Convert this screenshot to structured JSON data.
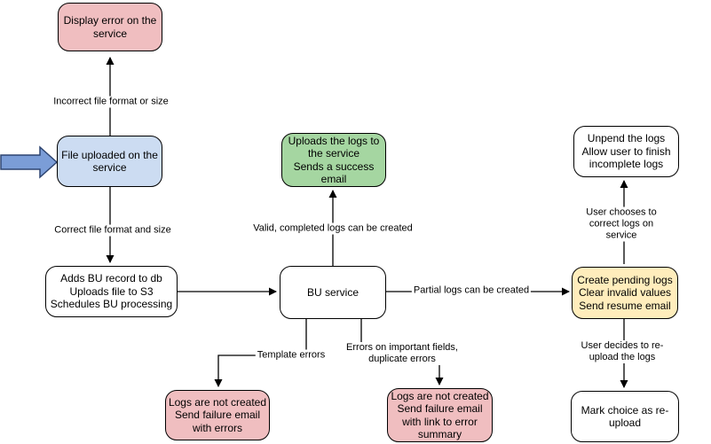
{
  "diagram": {
    "nodes": {
      "display_error": {
        "text": "Display error on the\nservice",
        "fill": "#f0bec0"
      },
      "file_uploaded": {
        "text": "File uploaded on the\nservice",
        "fill": "#ccdcf2"
      },
      "adds_bu_record": {
        "text": "Adds BU record to db\nUploads file to S3\nSchedules BU processing",
        "fill": "#ffffff"
      },
      "bu_service": {
        "text": "BU service",
        "fill": "#ffffff"
      },
      "uploads_logs_success": {
        "text": "Uploads the logs to\nthe service\nSends a success\nemail",
        "fill": "#a5d6a1"
      },
      "create_pending_logs": {
        "text": "Create pending logs\nClear invalid values\nSend resume email",
        "fill": "#ffedbc"
      },
      "unpend_logs": {
        "text": "Unpend the logs\nAllow user to finish\nincomplete logs",
        "fill": "#ffffff"
      },
      "mark_reupload": {
        "text": "Mark choice as re-\nupload",
        "fill": "#ffffff"
      },
      "logs_not_created_template": {
        "text": "Logs are not created\nSend failure email\nwith errors",
        "fill": "#f0bec0"
      },
      "logs_not_created_important": {
        "text": "Logs are not created\nSend failure email\nwith link to error\nsummary",
        "fill": "#f0bec0"
      }
    },
    "edge_labels": {
      "incorrect_format": "Incorrect file format or size",
      "correct_format": "Correct file format and size",
      "valid_logs": "Valid, completed logs can be created",
      "partial_logs": "Partial logs can be created",
      "user_chooses": "User chooses to correct logs on service",
      "user_decides": "User decides to re-upload the logs",
      "template_errors": "Template errors",
      "errors_important_fields": "Errors on important fields,\nduplicate errors"
    },
    "colors": {
      "pink_fill": "#f0bec0",
      "blue_fill": "#ccdcf2",
      "green_fill": "#a5d6a1",
      "yellow_fill": "#ffedbc",
      "white_fill": "#ffffff",
      "node_border": "#000000",
      "edge_line": "#000000",
      "entry_arrow_fill": "#7b9dd7",
      "entry_arrow_border": "#2d4470"
    }
  }
}
